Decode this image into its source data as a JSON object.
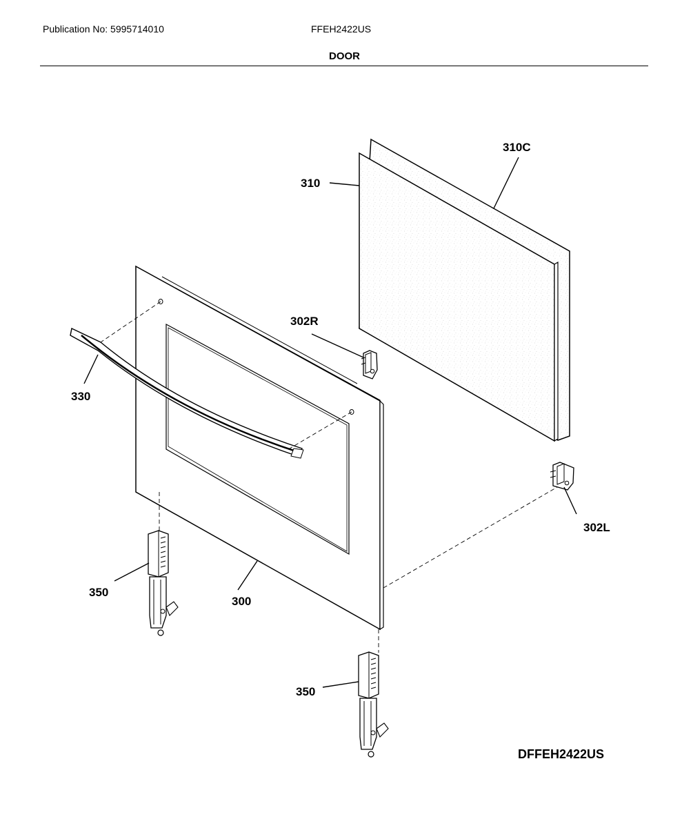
{
  "header": {
    "publication": "Publication No: 5995714010",
    "model": "FFEH2422US",
    "section_title": "DOOR"
  },
  "callouts": {
    "glass_outer": "310C",
    "glass_inner": "310",
    "hinge_receptacle_right": "302R",
    "handle": "330",
    "hinge_receptacle_left": "302L",
    "hinge_left": "350",
    "door": "300",
    "hinge_right": "350"
  },
  "diagram_code": "DFFEH2422US"
}
